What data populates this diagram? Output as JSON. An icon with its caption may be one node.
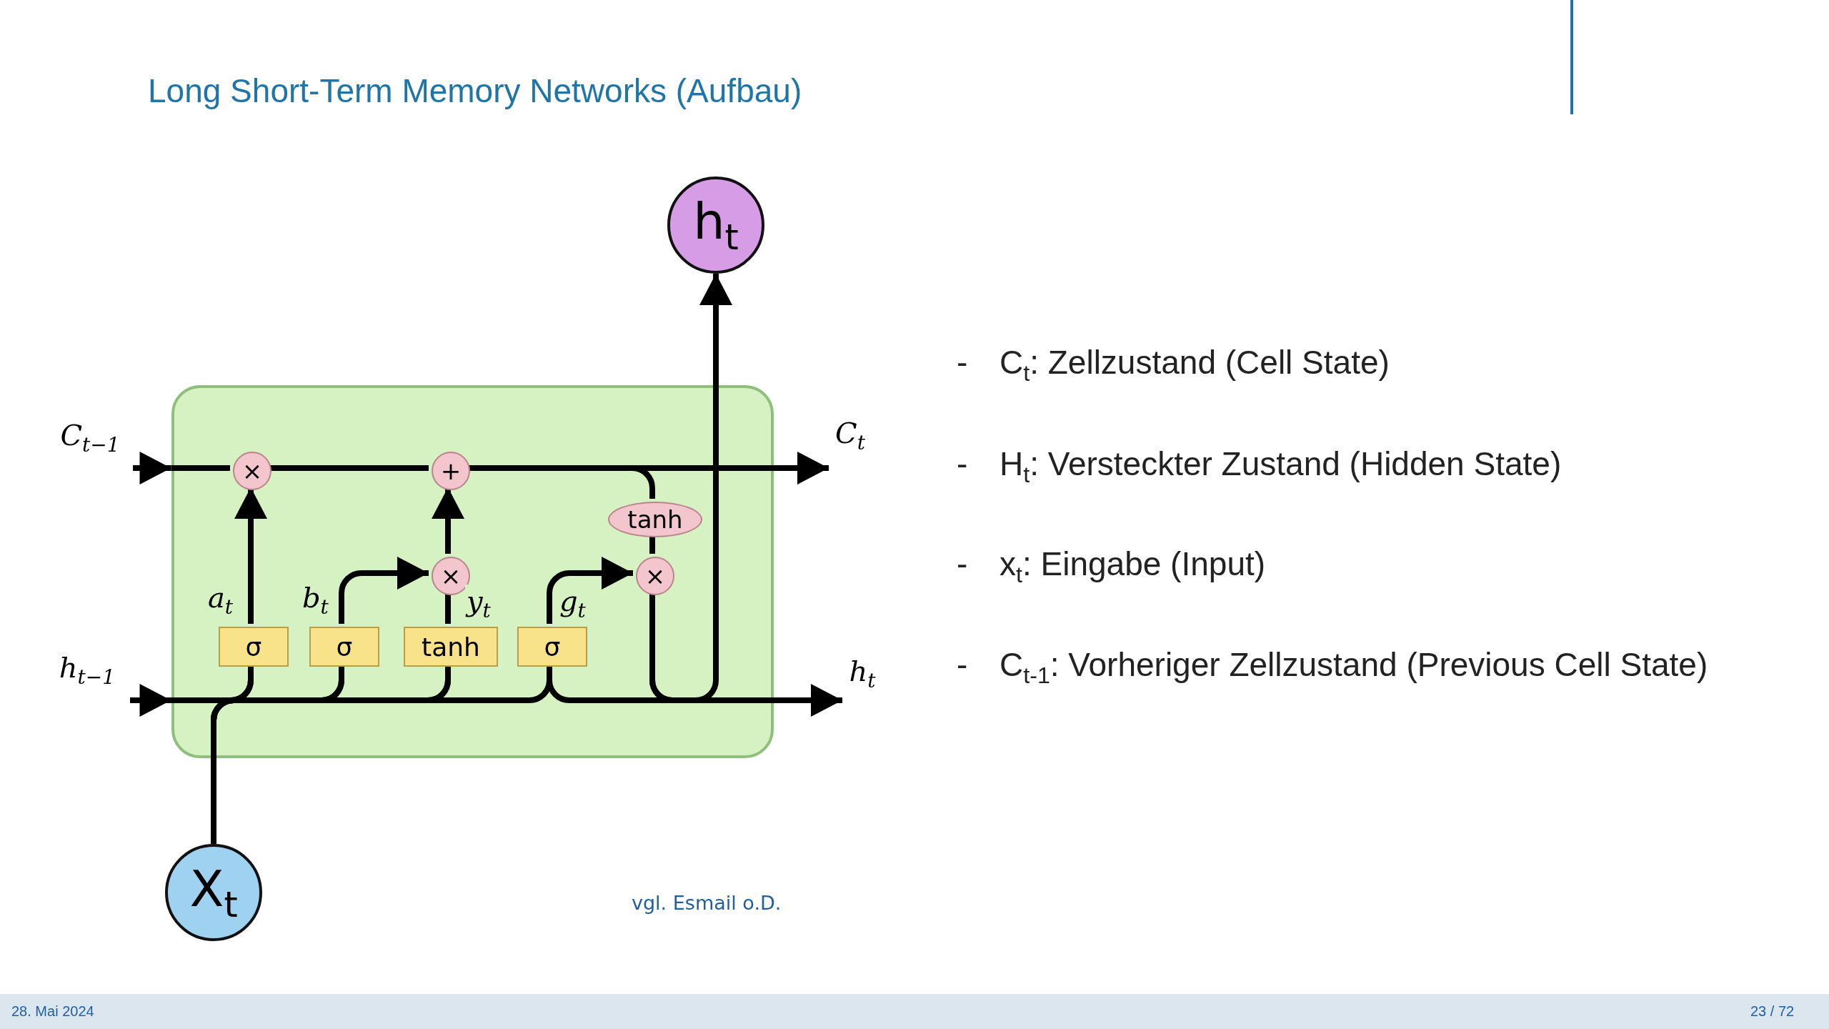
{
  "diagram": {
    "title": "Long Short-Term Memory Networks (Aufbau)",
    "nodes": [
      {
        "text": [],
        "shape": "box"
      },
      {
        "text": [
          "C$_{t−1}$"
        ]
      },
      {
        "text": [
          "h$_{t−1}$"
        ]
      },
      {
        "text": [
          "×"
        ],
        "in": 0
      },
      {
        "text": [
          "+"
        ],
        "in": 0
      },
      {
        "text": [
          "tanh"
        ],
        "in": 0
      },
      {
        "text": [
          "×"
        ],
        "in": 0
      },
      {
        "text": [
          "×"
        ],
        "in": 0
      },
      {
        "text": [
          "σ"
        ],
        "in": 0
      },
      {
        "text": [
          "σ"
        ],
        "in": 0
      },
      {
        "text": [
          "tanh"
        ],
        "in": 0
      },
      {
        "text": [
          "σ"
        ],
        "in": 0
      },
      {
        "text": [
          "C$_{t}$"
        ]
      },
      {
        "text": [
          "h$_{t}$"
        ]
      },
      {
        "text": [
          "h$_{t}$"
        ]
      },
      {
        "text": [
          "X$_{t}$"
        ]
      }
    ],
    "edges": [
      {
        "from": 1,
        "to": 0,
        "arrow": "to"
      },
      {
        "from": 0,
        "to": 3,
        "arrow": "none"
      },
      {
        "from": 3,
        "to": 4,
        "arrow": "none"
      },
      {
        "from": 4,
        "to": 12,
        "arrow": "to"
      },
      {
        "from": 2,
        "to": 0,
        "arrow": "to"
      },
      {
        "from": 0,
        "to": 8,
        "arrow": "none"
      },
      {
        "from": 0,
        "to": 9,
        "arrow": "none"
      },
      {
        "from": 0,
        "to": 10,
        "arrow": "none"
      },
      {
        "from": 0,
        "to": 11,
        "arrow": "none"
      },
      {
        "from": 15,
        "to": 8,
        "arrow": "none"
      },
      {
        "from": 15,
        "to": 9,
        "arrow": "none"
      },
      {
        "from": 15,
        "to": 10,
        "arrow": "none"
      },
      {
        "from": 15,
        "to": 11,
        "arrow": "none"
      },
      {
        "from": 8,
        "to": 3,
        "arrow": "to",
        "label": "a$_{t}$"
      },
      {
        "from": 9,
        "to": 6,
        "arrow": "to",
        "label": "b$_{t}$"
      },
      {
        "from": 10,
        "to": 6,
        "arrow": "none",
        "label": "y$_{t}$"
      },
      {
        "from": 6,
        "to": 4,
        "arrow": "to"
      },
      {
        "from": 11,
        "to": 7,
        "arrow": "to",
        "label": "g$_{t}$"
      },
      {
        "from": 4,
        "to": 5,
        "arrow": "none"
      },
      {
        "from": 5,
        "to": 7,
        "arrow": "none"
      },
      {
        "from": 7,
        "to": 13,
        "arrow": "to"
      },
      {
        "from": 7,
        "to": 14,
        "arrow": "to"
      }
    ],
    "labels": [
      "-",
      "C$_{t}$: Zellzustand (Cell State)",
      "-",
      "H$_{t}$: Versteckter Zustand (Hidden State)",
      "-",
      "x$_{t}$: Eingabe (Input)",
      "-",
      "C$_{t-1}$: Vorheriger Zellzustand (Previous Cell State)",
      "vgl. Esmail o.D.",
      "28. Mai 2024",
      "23 / 72"
    ]
  }
}
